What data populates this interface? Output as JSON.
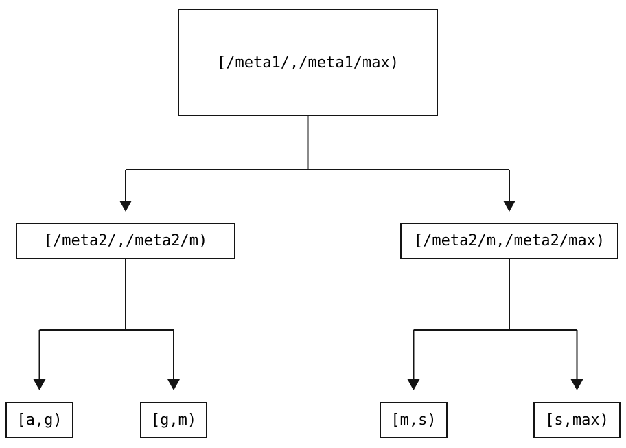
{
  "diagram": {
    "type": "tree",
    "background_color": "#ffffff",
    "line_color": "#141414",
    "text_color": "#000000",
    "nodes": {
      "root": {
        "label": "[/meta1/,/meta1/max)"
      },
      "meta2_left": {
        "label": "[/meta2/,/meta2/m)"
      },
      "meta2_right": {
        "label": "[/meta2/m,/meta2/max)"
      },
      "leaf_ag": {
        "label": "[a,g)"
      },
      "leaf_gm": {
        "label": "[g,m)"
      },
      "leaf_ms": {
        "label": "[m,s)"
      },
      "leaf_smax": {
        "label": "[s,max)"
      }
    },
    "edges": [
      {
        "from": "root",
        "to": "meta2_left"
      },
      {
        "from": "root",
        "to": "meta2_right"
      },
      {
        "from": "meta2_left",
        "to": "leaf_ag"
      },
      {
        "from": "meta2_left",
        "to": "leaf_gm"
      },
      {
        "from": "meta2_right",
        "to": "leaf_ms"
      },
      {
        "from": "meta2_right",
        "to": "leaf_smax"
      }
    ]
  }
}
